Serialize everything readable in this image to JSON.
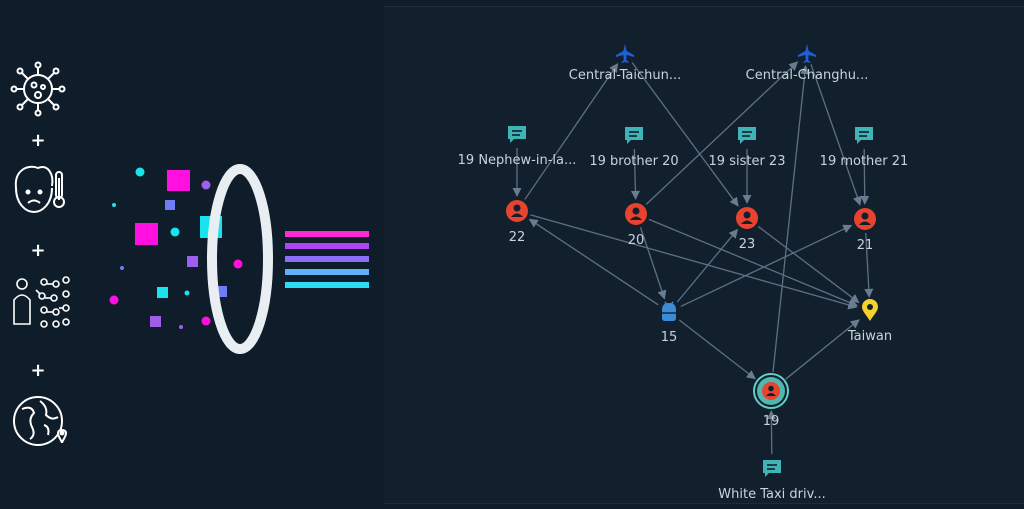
{
  "left": {
    "plus_signs": [
      "+",
      "+",
      "+"
    ],
    "icons": [
      "virus-icon",
      "sick-person-thermometer-icon",
      "contact-tracing-people-icon",
      "globe-location-icon"
    ]
  },
  "graph": {
    "nodes": [
      {
        "id": "central-taichung",
        "label": "Central-Taichun...",
        "kind": "flight"
      },
      {
        "id": "central-changhua",
        "label": "Central-Changhu...",
        "kind": "flight"
      },
      {
        "id": "msg-nephew",
        "label": "19 Nephew-in-la...",
        "kind": "message"
      },
      {
        "id": "msg-brother",
        "label": "19 brother 20",
        "kind": "message"
      },
      {
        "id": "msg-sister",
        "label": "19 sister 23",
        "kind": "message"
      },
      {
        "id": "msg-mother",
        "label": "19 mother 21",
        "kind": "message"
      },
      {
        "id": "p22",
        "label": "22",
        "kind": "person"
      },
      {
        "id": "p20",
        "label": "20",
        "kind": "person"
      },
      {
        "id": "p23",
        "label": "23",
        "kind": "person"
      },
      {
        "id": "p21",
        "label": "21",
        "kind": "person"
      },
      {
        "id": "c15",
        "label": "15",
        "kind": "case"
      },
      {
        "id": "taiwan",
        "label": "Taiwan",
        "kind": "location"
      },
      {
        "id": "p19",
        "label": "19",
        "kind": "person-focus"
      },
      {
        "id": "msg-taxi",
        "label": "White Taxi driv...",
        "kind": "message"
      }
    ],
    "edges": [
      [
        "msg-nephew",
        "p22"
      ],
      [
        "msg-brother",
        "p20"
      ],
      [
        "msg-sister",
        "p23"
      ],
      [
        "msg-mother",
        "p21"
      ],
      [
        "p22",
        "central-taichung"
      ],
      [
        "central-taichung",
        "p23"
      ],
      [
        "p20",
        "central-changhua"
      ],
      [
        "central-changhua",
        "p21"
      ],
      [
        "p19",
        "central-changhua"
      ],
      [
        "p22",
        "taiwan"
      ],
      [
        "p20",
        "taiwan"
      ],
      [
        "p23",
        "taiwan"
      ],
      [
        "p21",
        "taiwan"
      ],
      [
        "c15",
        "p22"
      ],
      [
        "p20",
        "c15"
      ],
      [
        "c15",
        "p23"
      ],
      [
        "c15",
        "p21"
      ],
      [
        "c15",
        "p19"
      ],
      [
        "p19",
        "taiwan"
      ],
      [
        "msg-taxi",
        "p19"
      ]
    ]
  },
  "colors": {
    "flight": "#1f5fd6",
    "message": "#3fb3b5",
    "person": "#e8432e",
    "case": "#3b8cd6",
    "location": "#f5d22a",
    "focus_ring": "#5ed0c4",
    "edge": "#5d7084"
  }
}
